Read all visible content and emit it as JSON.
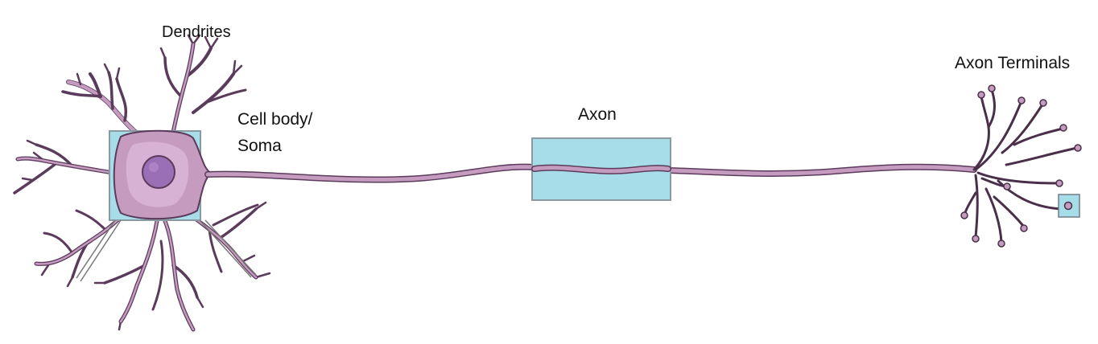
{
  "labels": {
    "dendrites": "Dendrites",
    "cell_body_line1": "Cell body/",
    "cell_body_line2": "Soma",
    "axon": "Axon",
    "axon_terminals": "Axon Terminals"
  },
  "colors": {
    "neuron_fill": "#c59bc0",
    "neuron_outline": "#5b3b5b",
    "nucleus": "#9b6fb5",
    "highlight_box": "#a7dde8",
    "box_border": "#8a9aa0",
    "cytoplasm_light": "#e9c7e4"
  }
}
